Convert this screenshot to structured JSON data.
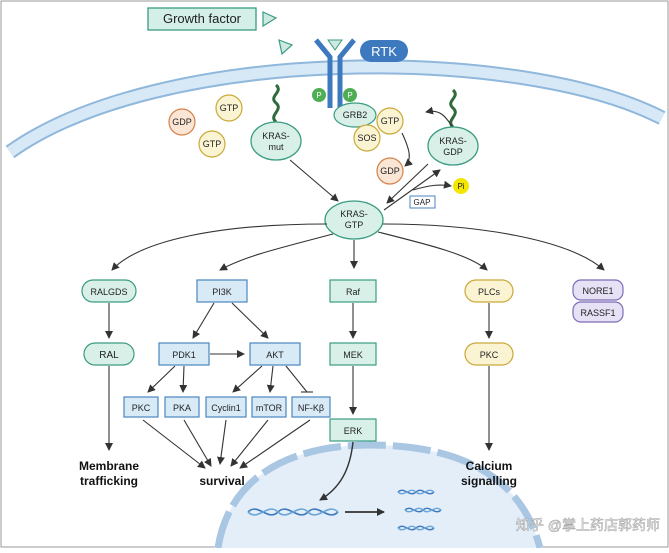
{
  "growth_factor": "Growth factor",
  "rtk": "RTK",
  "phospho": "P",
  "gdp": "GDP",
  "gtp": "GTP",
  "kras_mut": [
    "KRAS-",
    "mut"
  ],
  "grb2": "GRB2",
  "sos": "SOS",
  "kras_gdp": [
    "KRAS-",
    "GDP"
  ],
  "pi": "Pi",
  "gap": "GAP",
  "kras_gtp": [
    "KRAS-",
    "GTP"
  ],
  "ralgds": "RALGDS",
  "ral": "RAL",
  "membrane_trafficking": [
    "Membrane",
    "trafficking"
  ],
  "pi3k": "PI3K",
  "pdk1": "PDK1",
  "akt": "AKT",
  "pkc": "PKC",
  "pka": "PKA",
  "cyclin1": "Cyclin1",
  "mtor": "mTOR",
  "nfkb": "NF-Kβ",
  "survival": "survival",
  "raf": "Raf",
  "mek": "MEK",
  "erk": "ERK",
  "plcs": "PLCs",
  "pkc2": "PKC",
  "calcium_signalling": [
    "Calcium",
    "signalling"
  ],
  "nore1": "NORE1",
  "rassf1": "RASSF1",
  "watermark": "知乎 @掌上药店郭药师",
  "colors": {
    "teal_fill": "#d9f0e8",
    "teal_stroke": "#3a9c82",
    "blue_fill": "#d9eaf7",
    "blue_stroke": "#4a86c0",
    "yellow_fill": "#fbf4d3",
    "yellow_stroke": "#c9a93a",
    "purple_fill": "#e6e1f5",
    "purple_stroke": "#7d6bb8",
    "orange_fill": "#fbe6d6",
    "orange_stroke": "#d4814a",
    "membrane": "#b9d6ee",
    "rtk": "#3d79bf"
  },
  "icons": [
    "growth-factor-triangle-icon",
    "dna-helix-icon",
    "arrow-icon"
  ]
}
